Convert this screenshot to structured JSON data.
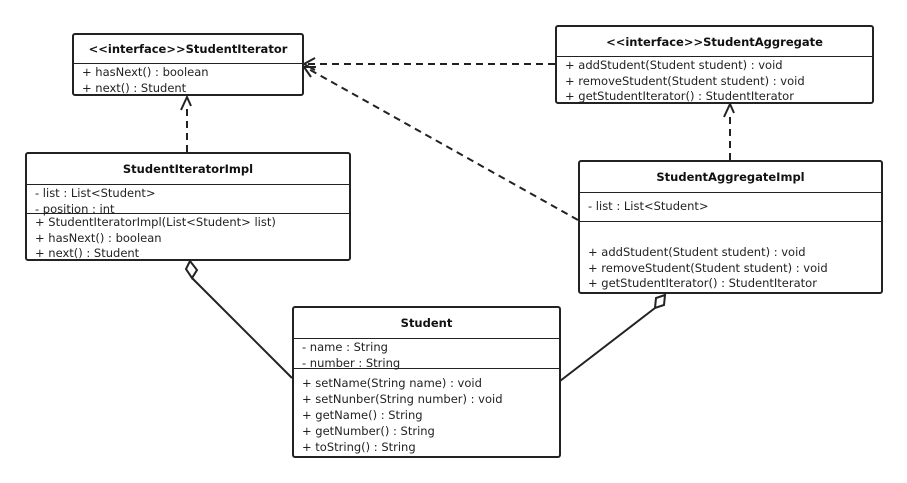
{
  "classes": {
    "student_iterator": {
      "name": "<<interface>>StudentIterator",
      "attributes": [],
      "methods": [
        "+ hasNext()   : boolean",
        "+ next() : Student"
      ]
    },
    "student_aggregate": {
      "name": "<<interface>>StudentAggregate",
      "attributes": [],
      "methods": [
        "+ addStudent(Student student) : void",
        "+ removeStudent(Student student) : void",
        "+ getStudentIterator() : StudentIterator"
      ]
    },
    "student_iterator_impl": {
      "name": "StudentIteratorImpl",
      "attributes": [
        "- list : List<Student>",
        "- position : int"
      ],
      "methods": [
        "+ StudentIteratorImpl(List<Student> list)",
        "+ hasNext()   : boolean",
        "+ next() : Student"
      ]
    },
    "student_aggregate_impl": {
      "name": "StudentAggregateImpl",
      "attributes": [
        "- list : List<Student>"
      ],
      "methods": [
        "+ addStudent(Student student) : void",
        "+ removeStudent(Student student) : void",
        "+ getStudentIterator() : StudentIterator"
      ]
    },
    "student": {
      "name": "Student",
      "attributes": [
        "- name : String",
        "- number : String"
      ],
      "methods": [
        "+ setName(String name) : void",
        "+ setNunber(String number) : void",
        "+ getName() : String",
        "+ getNumber() : String",
        "+ toString() : String"
      ]
    }
  },
  "relationships": [
    {
      "type": "realization",
      "from": "StudentIteratorImpl",
      "to": "StudentIterator"
    },
    {
      "type": "realization",
      "from": "StudentAggregateImpl",
      "to": "StudentAggregate"
    },
    {
      "type": "dependency",
      "from": "StudentAggregate",
      "to": "StudentIterator"
    },
    {
      "type": "dependency",
      "from": "StudentAggregateImpl",
      "to": "StudentIterator"
    },
    {
      "type": "aggregation",
      "from": "StudentIteratorImpl",
      "to": "Student"
    },
    {
      "type": "aggregation",
      "from": "StudentAggregateImpl",
      "to": "Student"
    }
  ],
  "colors": {
    "line": "#222222",
    "background": "#ffffff"
  }
}
